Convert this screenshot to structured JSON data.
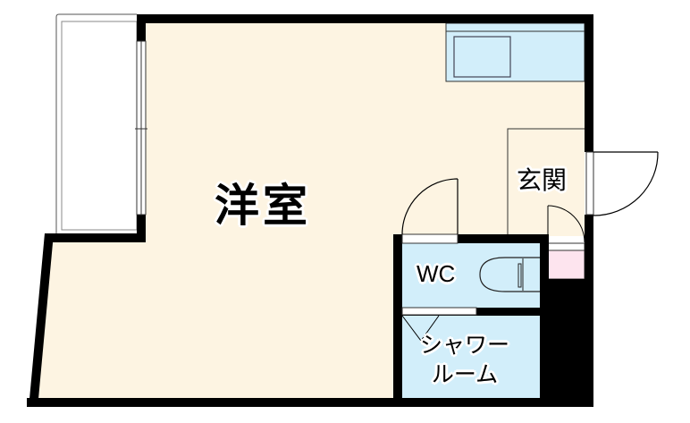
{
  "floorplan": {
    "rooms": [
      {
        "id": "western-room",
        "label": "洋室",
        "type": "living room"
      },
      {
        "id": "entrance",
        "label": "玄関",
        "type": "entrance"
      },
      {
        "id": "wc",
        "label": "WC",
        "type": "toilet"
      },
      {
        "id": "shower",
        "label_line1": "シャワー",
        "label_line2": "ルーム",
        "type": "shower room"
      }
    ],
    "fixtures": [
      "balcony",
      "kitchen-counter",
      "sink",
      "toilet",
      "shoe-closet",
      "entrance-door",
      "room-door",
      "wc-door",
      "shower-folding-door"
    ],
    "colors": {
      "wall": "#000000",
      "floor_room": "#fdf4e2",
      "floor_wet": "#d2eefa",
      "shoe_closet": "#fde4ee",
      "balcony": "#ffffff"
    }
  }
}
